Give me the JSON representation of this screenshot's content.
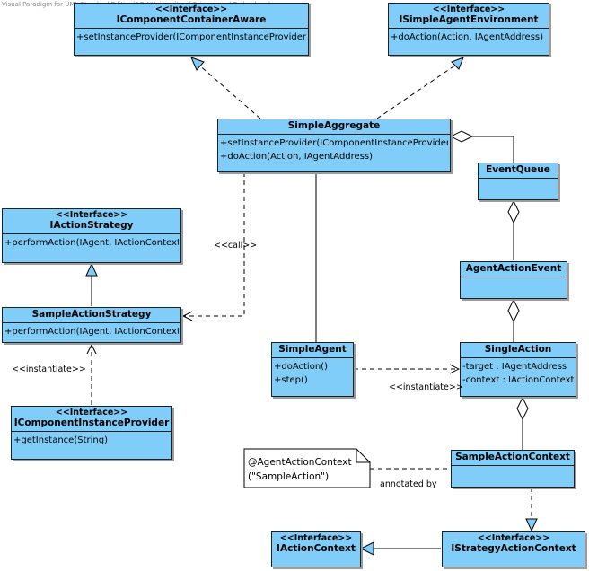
{
  "watermark": "Visual Paradigm for UML Standard Edition(AGH University of Science and Technology)",
  "classes": {
    "component_container_aware": {
      "stereotype": "<<Interface>>",
      "name": "IComponentContainerAware",
      "ops": [
        "+setInstanceProvider(IComponentInstanceProvider)"
      ]
    },
    "simple_agent_environment": {
      "stereotype": "<<Interface>>",
      "name": "ISimpleAgentEnvironment",
      "ops": [
        "+doAction(Action, IAgentAddress)"
      ]
    },
    "simple_aggregate": {
      "name": "SimpleAggregate",
      "ops": [
        "+setInstanceProvider(IComponentInstanceProvider)",
        "+doAction(Action, IAgentAddress)"
      ]
    },
    "event_queue": {
      "name": "EventQueue"
    },
    "action_strategy": {
      "stereotype": "<<Interface>>",
      "name": "IActionStrategy",
      "ops": [
        "+performAction(IAgent, IActionContext)"
      ]
    },
    "agent_action_event": {
      "name": "AgentActionEvent"
    },
    "sample_action_strategy": {
      "name": "SampleActionStrategy",
      "ops": [
        "+performAction(IAgent, IActionContext)"
      ]
    },
    "simple_agent": {
      "name": "SimpleAgent",
      "ops": [
        "+doAction()",
        "+step()"
      ]
    },
    "single_action": {
      "name": "SingleAction",
      "attrs": [
        "-target : IAgentAddress",
        "-context : IActionContext"
      ]
    },
    "component_instance_provider": {
      "stereotype": "<<Interface>>",
      "name": "IComponentInstanceProvider",
      "ops": [
        "+getInstance(String)"
      ]
    },
    "sample_action_context": {
      "name": "SampleActionContext"
    },
    "action_context": {
      "stereotype": "<<Interface>>",
      "name": "IActionContext"
    },
    "strategy_action_context": {
      "stereotype": "<<Interface>>",
      "name": "IStrategyActionContext"
    }
  },
  "note": {
    "lines": [
      "@AgentActionContext",
      "(\"SampleAction\")"
    ]
  },
  "labels": {
    "call": "<<call>>",
    "instantiate_left": "<<instantiate>>",
    "instantiate_right": "<<instantiate>>",
    "annotated_by": "annotated by"
  }
}
